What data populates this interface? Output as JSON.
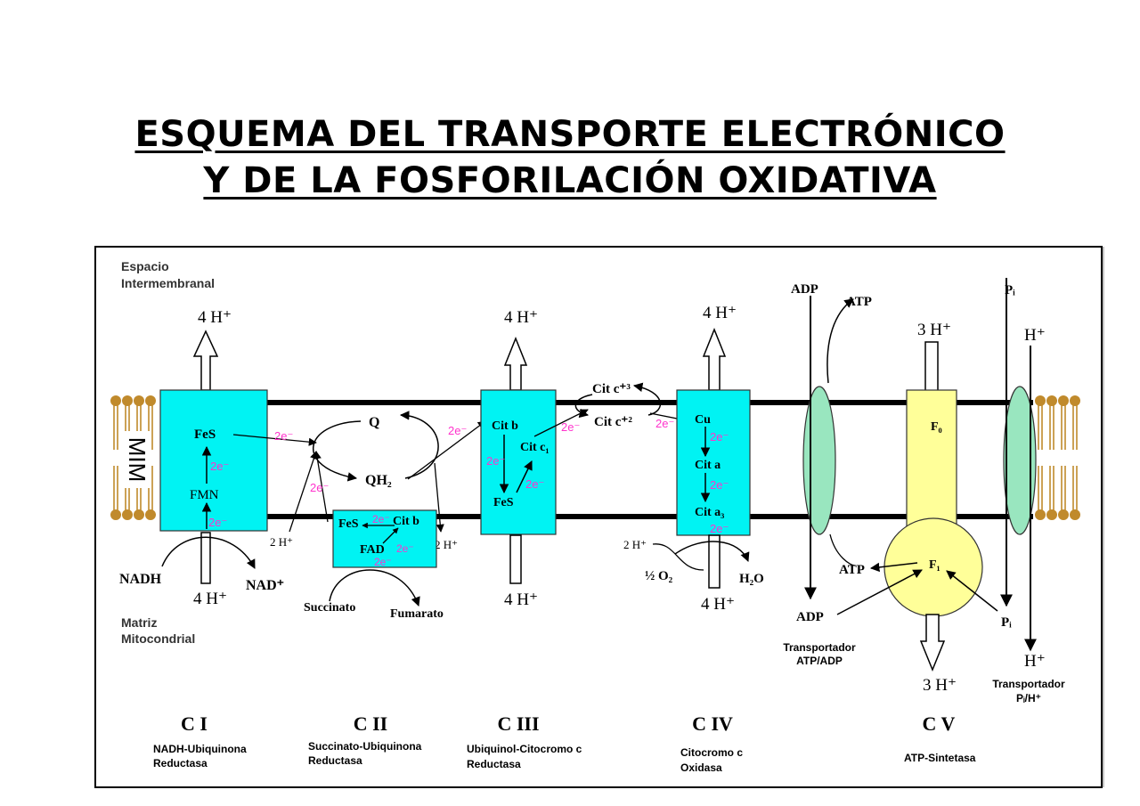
{
  "title": {
    "line1": "ESQUEMA DEL TRANSPORTE ELECTRÓNICO",
    "line2": "Y DE LA FOSFORILACIÓN OXIDATIVA"
  },
  "regions": {
    "intermembrane_1": "Espacio",
    "intermembrane_2": "Intermembranal",
    "matrix_1": "Matriz",
    "matrix_2": "Mitocondrial",
    "membrane": "MIM"
  },
  "protons": {
    "c1_top": "4 H⁺",
    "c1_bottom": "4 H⁺",
    "c3_top": "4 H⁺",
    "c3_bottom": "4 H⁺",
    "c4_top": "4 H⁺",
    "c4_bottom": "4 H⁺",
    "c5_top": "3 H⁺",
    "c5_bottom": "3 H⁺",
    "two_h_left": "2 H⁺",
    "two_h_mid": "2 H⁺",
    "two_h_c4": "2 H⁺",
    "pi_h_top": "H⁺",
    "pi_h_bottom": "H⁺"
  },
  "complex1": {
    "fes": "FeS",
    "fmn": "FMN",
    "nadh": "NADH",
    "nad": "NAD⁺",
    "e1": "2e⁻",
    "e2": "2e⁻",
    "e_out": "2e⁻"
  },
  "complex2": {
    "fes": "FeS",
    "citb": "Cit b",
    "fad": "FAD",
    "succinato": "Succinato",
    "fumarato": "Fumarato",
    "e1": "2e⁻",
    "e2": "2e⁻",
    "e3": "2e⁻",
    "e_up": "2e⁻"
  },
  "quinone": {
    "q": "Q",
    "qh2": "QH₂",
    "e_out": "2e⁻"
  },
  "complex3": {
    "citb": "Cit b",
    "citc1": "Cit c₁",
    "fes": "FeS",
    "e1": "2e⁻",
    "e2": "2e⁻",
    "e_out": "2e⁻"
  },
  "cytc": {
    "ox": "Cit c⁺³",
    "red": "Cit c⁺²",
    "e_out": "2e⁻"
  },
  "complex4": {
    "cu": "Cu",
    "cita": "Cit a",
    "cita3": "Cit a₃",
    "o2": "½ O₂",
    "h2o": "H₂O",
    "e1": "2e⁻",
    "e2": "2e⁻",
    "e3": "2e⁻"
  },
  "atp_adp": {
    "adp_top": "ADP",
    "atp_top": "ATP",
    "adp_bottom": "ADP",
    "label1": "Transportador",
    "label2": "ATP/ADP"
  },
  "complex5": {
    "f0": "F₀",
    "f1": "F₁",
    "atp": "ATP"
  },
  "pi_transport": {
    "pi_top": "Pᵢ",
    "pi_bottom": "Pᵢ",
    "label1": "Transportador",
    "label2": "Pᵢ/H⁺"
  },
  "complex_labels": [
    {
      "id": "C I",
      "name1": "NADH-Ubiquinona",
      "name2": "Reductasa"
    },
    {
      "id": "C II",
      "name1": "Succinato-Ubiquinona",
      "name2": "Reductasa"
    },
    {
      "id": "C III",
      "name1": "Ubiquinol-Citocromo c",
      "name2": "Reductasa"
    },
    {
      "id": "C IV",
      "name1": "Citocromo c",
      "name2": "Oxidasa"
    },
    {
      "id": "C V",
      "name1": "ATP-Sintetasa",
      "name2": ""
    }
  ],
  "colors": {
    "complex": "#00f3f3",
    "atpase": "#ffff99",
    "transporter": "#99e6bf",
    "lipid": "#c08a2c",
    "electron": "#ff33cc"
  }
}
